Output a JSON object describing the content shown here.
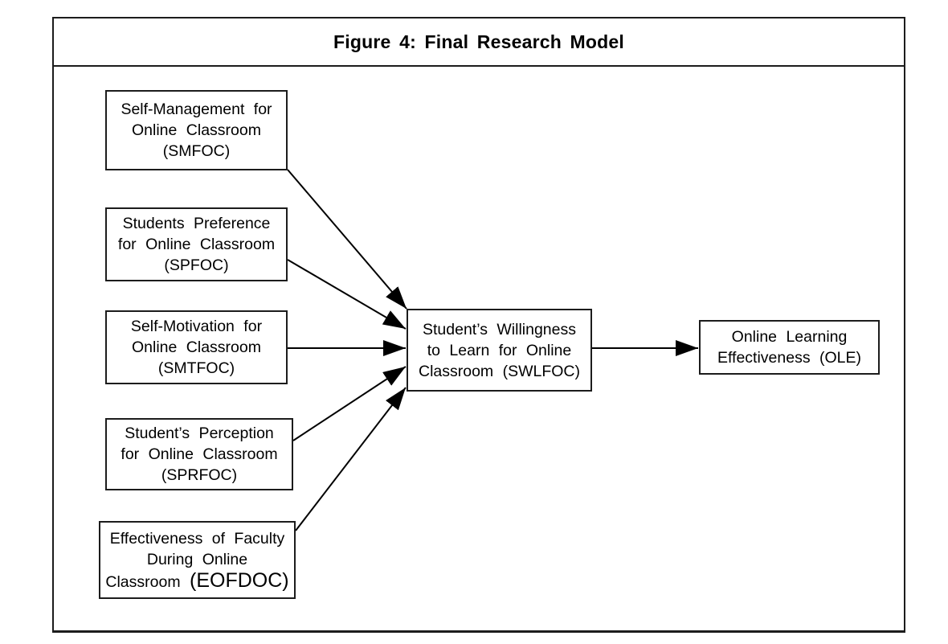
{
  "figure": {
    "title": "Figure 4: Final Research Model"
  },
  "nodes": {
    "smfoc": {
      "line1": "Self-Management for",
      "line2": "Online Classroom",
      "line3": "(SMFOC)"
    },
    "spfoc": {
      "line1": "Students Preference",
      "line2": "for Online Classroom",
      "line3": "(SPFOC)"
    },
    "smtfoc": {
      "line1": "Self-Motivation for",
      "line2": "Online Classroom",
      "line3": "(SMTFOC)"
    },
    "sprfoc": {
      "line1": "Student’s Perception",
      "line2": "for Online Classroom",
      "line3": "(SPRFOC)"
    },
    "eofdoc": {
      "line1": "Effectiveness of Faculty",
      "line2": "During Online",
      "line3": "Classroom",
      "acronym": "(EOFDOC)"
    },
    "swlfoc": {
      "line1": "Student’s Willingness",
      "line2": "to Learn for Online",
      "line3": "Classroom (SWLFOC)"
    },
    "ole": {
      "line1": "Online Learning",
      "line2": "Effectiveness (OLE)"
    }
  },
  "edges": [
    {
      "from": "SMFOC",
      "to": "SWLFOC"
    },
    {
      "from": "SPFOC",
      "to": "SWLFOC"
    },
    {
      "from": "SMTFOC",
      "to": "SWLFOC"
    },
    {
      "from": "SPRFOC",
      "to": "SWLFOC"
    },
    {
      "from": "EOFDOC",
      "to": "SWLFOC"
    },
    {
      "from": "SWLFOC",
      "to": "OLE"
    }
  ],
  "colors": {
    "line": "#000000",
    "border": "#1c1c1c",
    "background": "#ffffff",
    "text": "#000000"
  }
}
